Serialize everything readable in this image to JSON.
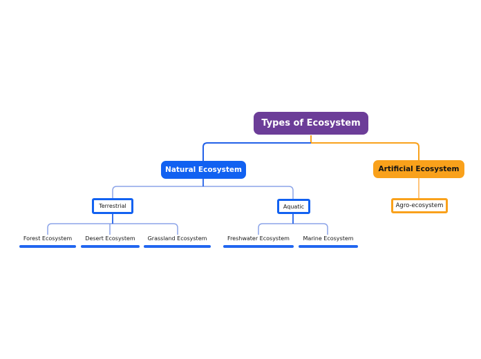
{
  "colors": {
    "root_fill": "#6c3d98",
    "branch_blue": "#1161f1",
    "branch_orange": "#f9a11b",
    "line_blue": "#2160e8",
    "line_blue_light": "#8ba3e8",
    "line_orange": "#f9a11b",
    "line_orange_light": "#ffb04d",
    "bar_blue": "#2166f0"
  },
  "mindmap": {
    "root": {
      "label": "Types of Ecosystem",
      "children": [
        {
          "label": "Natural Ecosystem",
          "children": [
            {
              "label": "Terrestrial",
              "children": [
                {
                  "label": "Forest Ecosystem"
                },
                {
                  "label": "Desert Ecosystem"
                },
                {
                  "label": "Grassland Ecosystem"
                }
              ]
            },
            {
              "label": "Aquatic",
              "children": [
                {
                  "label": "Freshwater Ecosystem"
                },
                {
                  "label": "Marine Ecosystem"
                }
              ]
            }
          ]
        },
        {
          "label": "Artificial Ecosystem",
          "children": [
            {
              "label": "Agro-ecosystem"
            }
          ]
        }
      ]
    }
  }
}
